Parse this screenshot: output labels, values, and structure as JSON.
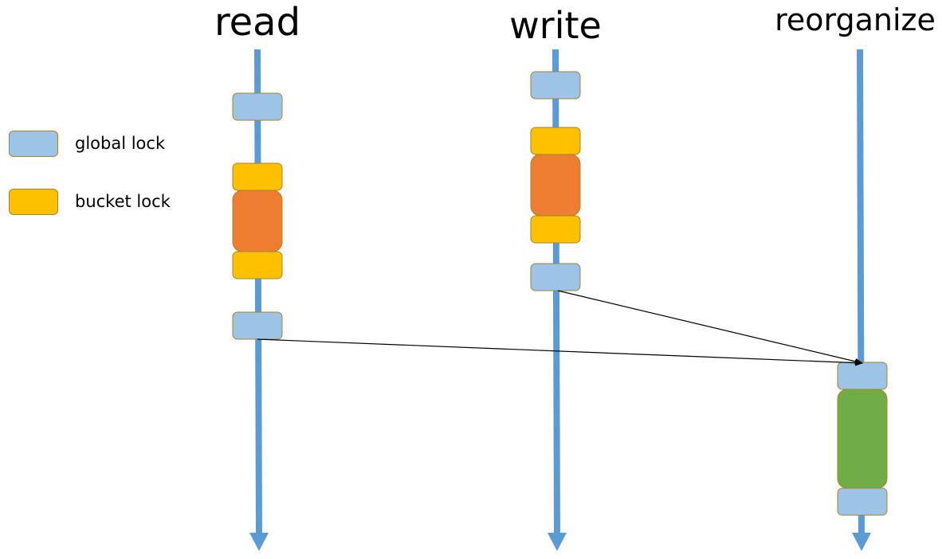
{
  "threads": [
    {
      "id": "read",
      "title": "read"
    },
    {
      "id": "write",
      "title": "write"
    },
    {
      "id": "reorganize",
      "title": "reorganize"
    }
  ],
  "legend": [
    {
      "id": "global",
      "label": "global lock",
      "color": "#9dc3e6"
    },
    {
      "id": "bucket",
      "label": "bucket lock",
      "color": "#ffc000"
    }
  ],
  "colors": {
    "timeline": "#5b9bd5",
    "global_lock": "#9dc3e6",
    "bucket_lock": "#ffc000",
    "critical_section": "#ed7d31",
    "reorganize_section": "#70ad47",
    "block_border": "#a3862a",
    "arrow": "#000000"
  },
  "thread_sequences": {
    "read": [
      "global_lock",
      "bucket_lock",
      "critical_section",
      "bucket_lock",
      "global_lock"
    ],
    "write": [
      "global_lock",
      "bucket_lock",
      "critical_section",
      "bucket_lock",
      "global_lock"
    ],
    "reorganize": [
      "global_lock",
      "reorganize_section",
      "global_lock"
    ]
  },
  "dependencies": [
    {
      "from": "read",
      "to": "reorganize"
    },
    {
      "from": "write",
      "to": "reorganize"
    }
  ]
}
